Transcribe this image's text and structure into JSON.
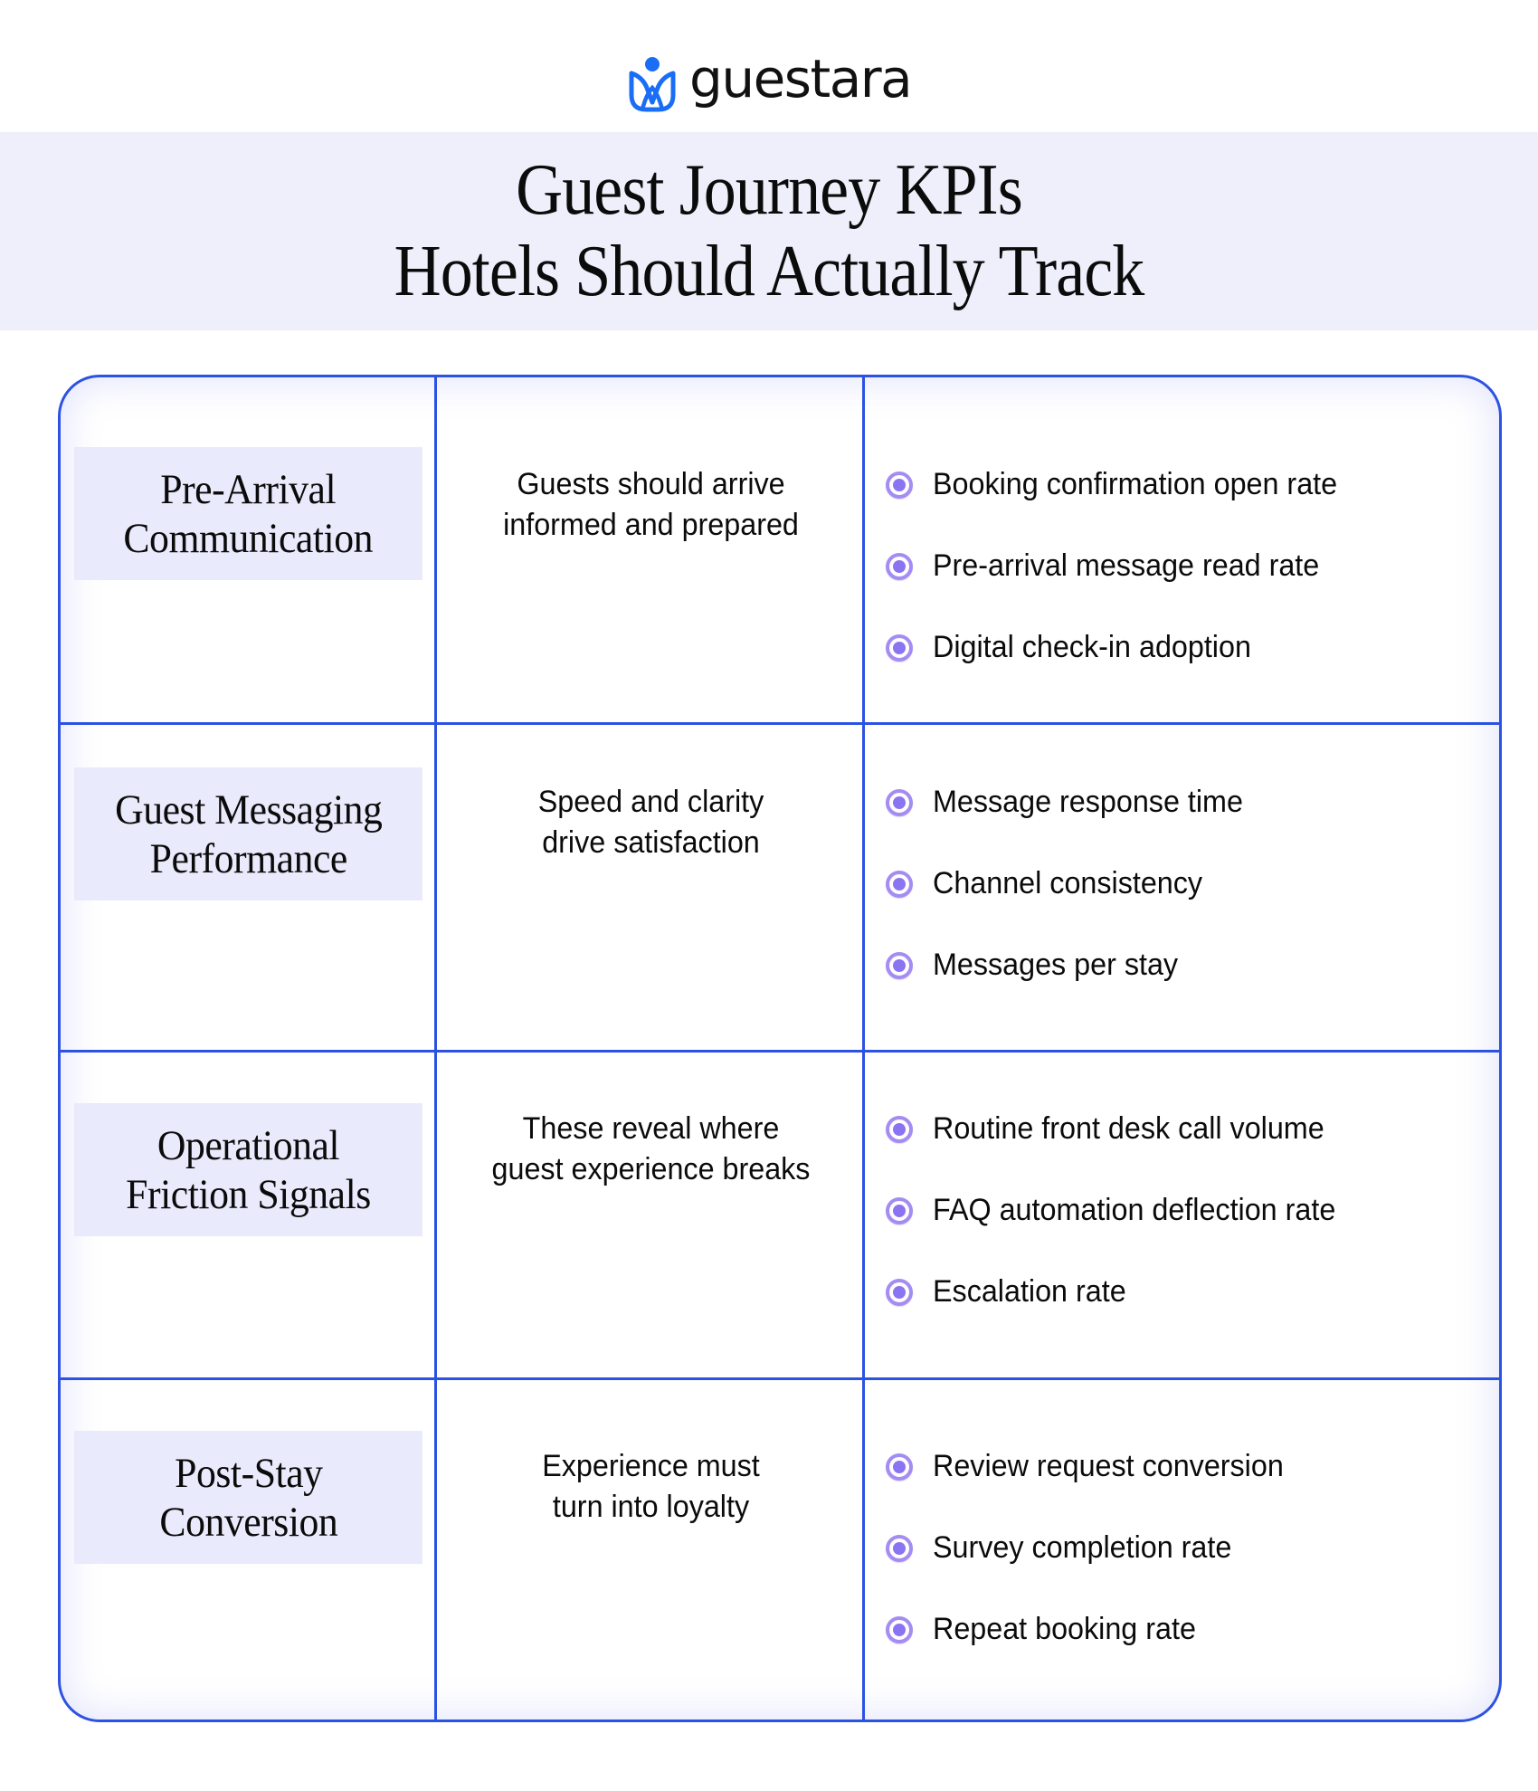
{
  "brand": {
    "name": "guestara",
    "icon": "guestara-logo-icon",
    "color": "#1a6ef5"
  },
  "header": {
    "title_line1": "Guest Journey KPIs",
    "title_line2": "Hotels Should Actually Track",
    "band_color": "#efeffb"
  },
  "table": {
    "border_color": "#2c52e3",
    "bullet_color": "#8b74f2",
    "label_bg": "#e9eafb",
    "rows": [
      {
        "label_line1": "Pre-Arrival",
        "label_line2": "Communication",
        "desc_line1": "Guests should arrive",
        "desc_line2": "informed and prepared",
        "kpis": [
          "Booking confirmation open rate",
          "Pre-arrival message read rate",
          "Digital check-in adoption"
        ]
      },
      {
        "label_line1": "Guest Messaging",
        "label_line2": "Performance",
        "desc_line1": "Speed and clarity",
        "desc_line2": "drive satisfaction",
        "kpis": [
          "Message response time",
          "Channel consistency",
          "Messages per stay"
        ]
      },
      {
        "label_line1": "Operational",
        "label_line2": "Friction Signals",
        "desc_line1": "These reveal where",
        "desc_line2": "guest experience breaks",
        "kpis": [
          "Routine front desk call volume",
          "FAQ automation deflection rate",
          "Escalation rate"
        ]
      },
      {
        "label_line1": "Post-Stay",
        "label_line2": "Conversion",
        "desc_line1": "Experience must",
        "desc_line2": "turn into loyalty",
        "kpis": [
          "Review request conversion",
          "Survey completion rate",
          "Repeat booking rate"
        ]
      }
    ]
  }
}
